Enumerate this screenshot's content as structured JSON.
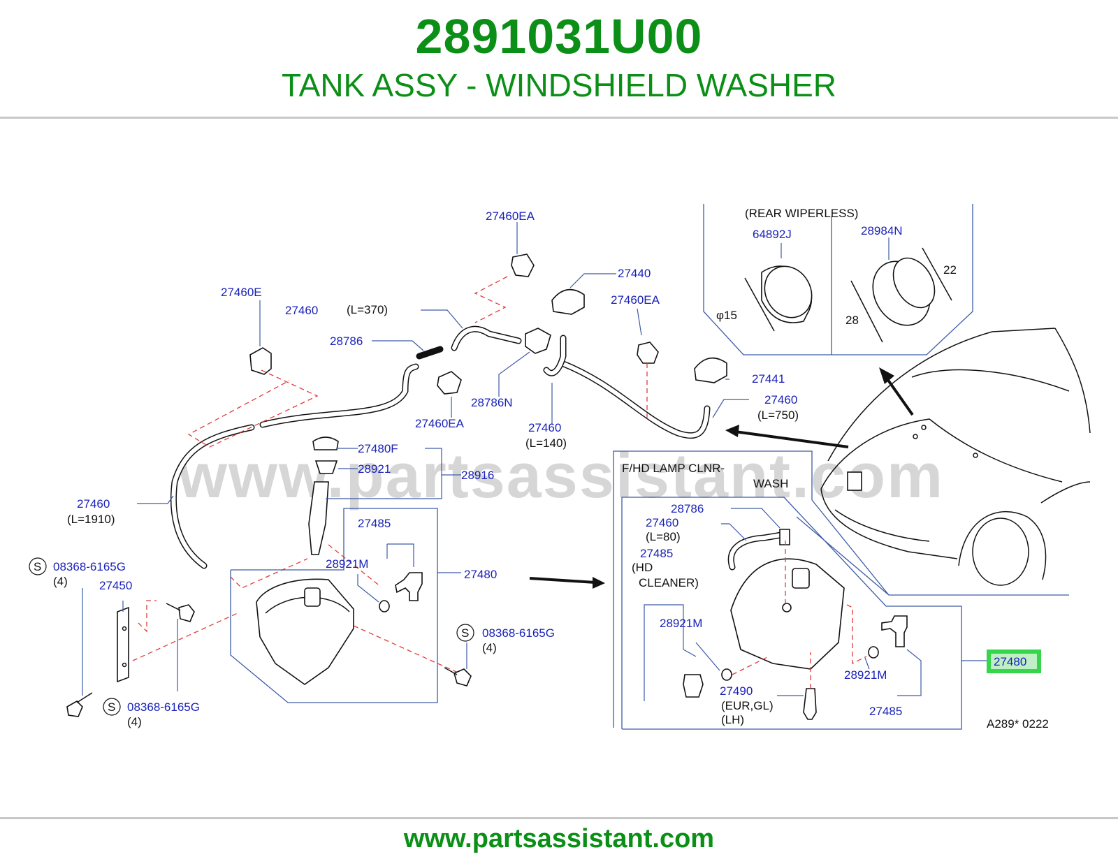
{
  "header": {
    "part_number": "2891031U00",
    "part_title": "TANK ASSY - WINDSHIELD WASHER"
  },
  "footer": {
    "url": "www.partsassistant.com"
  },
  "diagram": {
    "watermark": "www.partsassistant.com",
    "labels": {
      "p27460EA_top": "27460EA",
      "p27440": "27440",
      "p27460EA_mid": "27460EA",
      "p27460E": "27460E",
      "p27460_370": "27460",
      "len_370": "(L=370)",
      "p28786": "28786",
      "p27441": "27441",
      "p27460_750": "27460",
      "len_750": "(L=750)",
      "p28786N": "28786N",
      "p27460EA_low": "27460EA",
      "p27460_140": "27460",
      "len_140": "(L=140)",
      "p27480F": "27480F",
      "p28921": "28921",
      "p28916": "28916",
      "p27460_1910": "27460",
      "len_1910": "(L=1910)",
      "p27485_main": "27485",
      "p28921M_main": "28921M",
      "p27480_main": "27480",
      "bolt_a": "08368-6165G",
      "bolt_a_qty": "(4)",
      "p27450": "27450",
      "bolt_b": "08368-6165G",
      "bolt_b_qty": "(4)",
      "bolt_c": "08368-6165G",
      "bolt_c_qty": "(4)",
      "s_mark": "S",
      "inset_rear_title": "(REAR   WIPERLESS)",
      "p64892J": "64892J",
      "p28984N": "28984N",
      "dim_phi": "φ15",
      "dim_22": "22",
      "dim_28": "28",
      "inset_fhd_title_1": "F/HD   LAMP   CLNR-",
      "inset_fhd_title_2": "WASH",
      "p28786_inset": "28786",
      "p27460_inset": "27460",
      "len_80": "(L=80)",
      "p27485_inset": "27485",
      "hd_cleaner_1": "(HD",
      "hd_cleaner_2": "CLEANER)",
      "p28921M_inset_l": "28921M",
      "p27490": "27490",
      "eur_gl": "(EUR,GL)",
      "lh": "(LH)",
      "p28921M_inset_r": "28921M",
      "p27485_inset_r": "27485",
      "p27480_highlight": "27480",
      "ref_code": "A289*   0222"
    },
    "colors": {
      "brand_green": "#0b8f17",
      "label_blue": "#1a22b8",
      "leader_blue": "#3d5aa8",
      "dash_red": "#e03a3a",
      "highlight_green": "#35d64a"
    }
  }
}
